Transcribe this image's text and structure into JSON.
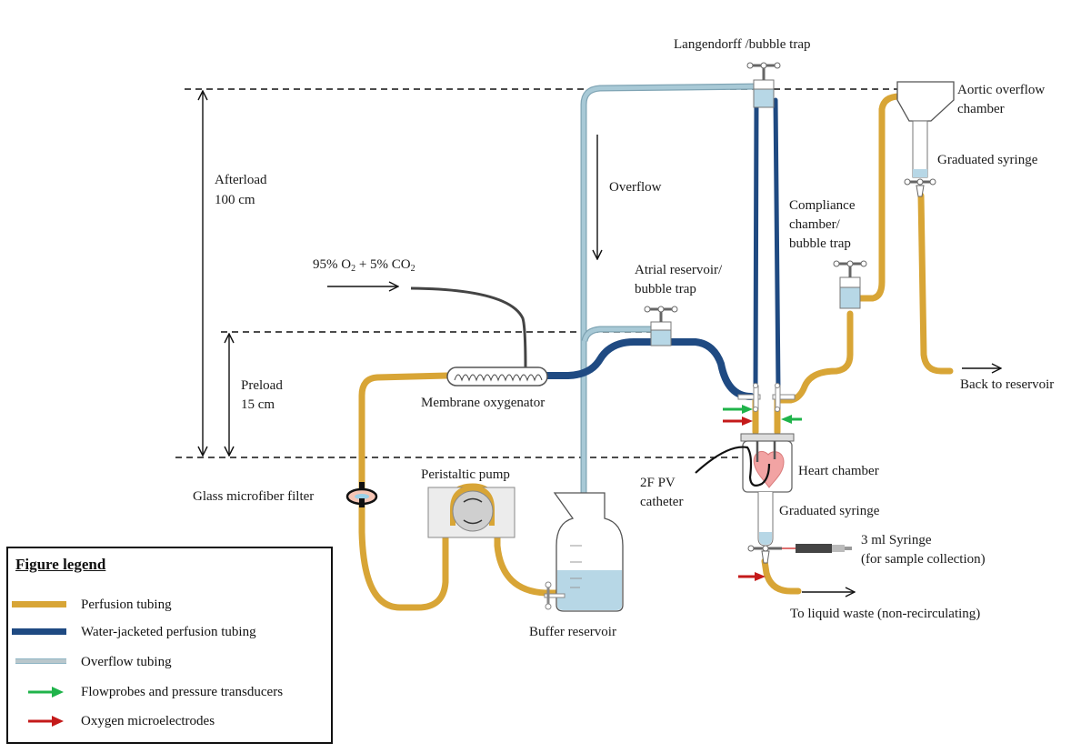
{
  "colors": {
    "perfusion": "#d8a536",
    "water_jacketed": "#1f4a82",
    "overflow": "#a8c9d6",
    "overflow_edge": "#7fa4b4",
    "flowprobe_arrow": "#1fb34a",
    "oxygen_arrow": "#c41a1a",
    "fluid": "#b7d7e6"
  },
  "labels": {
    "langendorff": "Langendorff /bubble trap",
    "aortic_overflow_line1": "Aortic overflow",
    "aortic_overflow_line2": "chamber",
    "graduated_syringe_top": "Graduated syringe",
    "overflow": "Overflow",
    "afterload_line1": "Afterload",
    "afterload_line2": "100 cm",
    "compliance_line1": "Compliance",
    "compliance_line2": "chamber/",
    "compliance_line3": "bubble trap",
    "gas_pct1": "95% O",
    "gas_sub1": "2",
    "gas_plus": " + 5% CO",
    "gas_sub2": "2",
    "atrial_line1": "Atrial reservoir/",
    "atrial_line2": "bubble trap",
    "preload_line1": "Preload",
    "preload_line2": "15 cm",
    "membrane_oxygenator": "Membrane oxygenator",
    "back_to_reservoir": "Back to reservoir",
    "peristaltic_pump": "Peristaltic pump",
    "heart_chamber": "Heart chamber",
    "pv_catheter_line1": "2F PV",
    "pv_catheter_line2": "catheter",
    "glass_filter": "Glass microfiber filter",
    "graduated_syringe_bottom": "Graduated syringe",
    "syringe_3ml_line1": "3 ml Syringe",
    "syringe_3ml_line2": "(for sample collection)",
    "to_liquid_waste": "To liquid waste (non-recirculating)",
    "buffer_reservoir": "Buffer reservoir"
  },
  "legend": {
    "title": "Figure legend",
    "items": [
      {
        "label": "Perfusion tubing",
        "type": "perfusion"
      },
      {
        "label": "Water-jacketed perfusion tubing",
        "type": "water_jacketed"
      },
      {
        "label": "Overflow tubing",
        "type": "overflow"
      },
      {
        "label": "Flowprobes and pressure transducers",
        "type": "flowprobe_arrow"
      },
      {
        "label": "Oxygen microelectrodes",
        "type": "oxygen_arrow"
      }
    ]
  }
}
